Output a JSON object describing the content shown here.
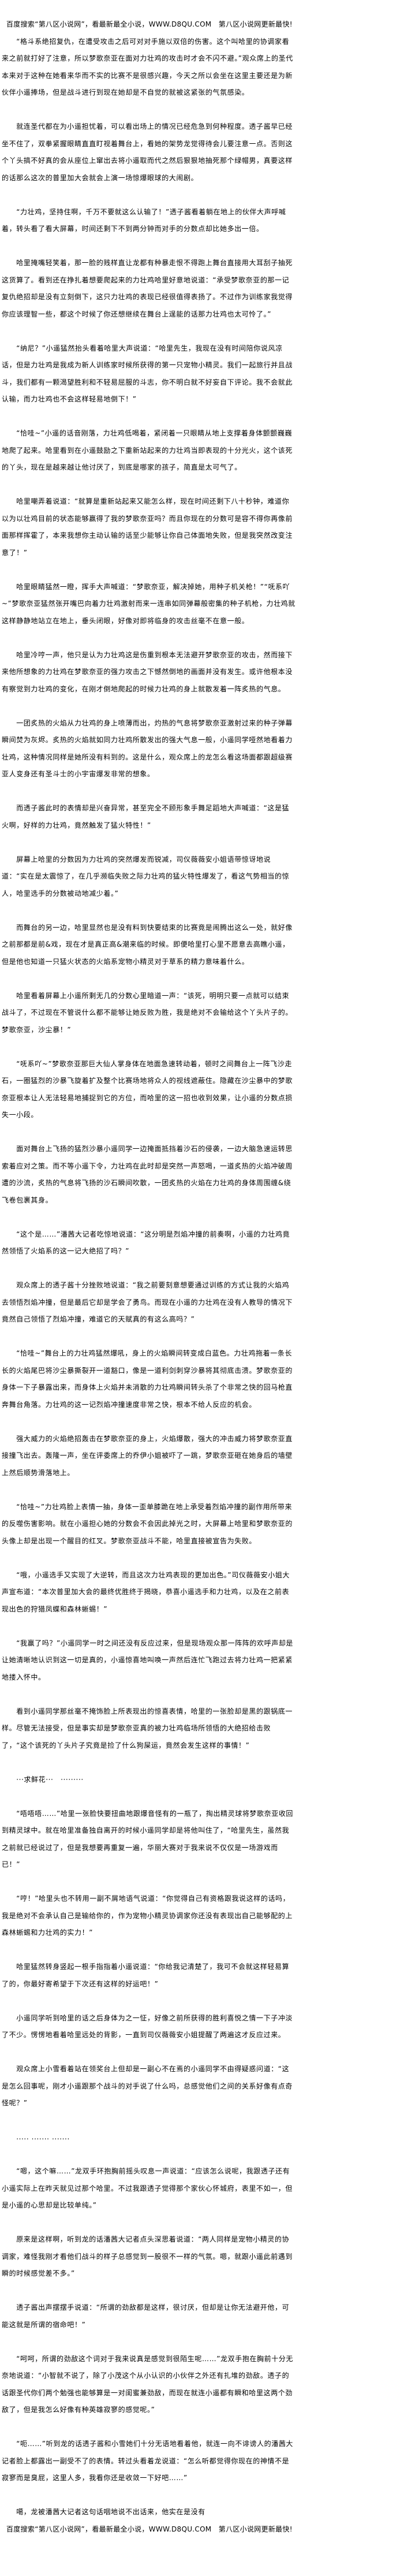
{
  "header": {
    "banner": "百度搜索“第八区小说网”，看最新最全小说，WWW.D8QU.COM　第八区小说网更新最快!"
  },
  "paragraphs": [
    "“格斗系绝招复仇，在遭受攻击之后可对对手施以双倍的伤害。这个叫哈里的协调家看来之前就打好了注意，所以梦歌奈亚在面对力壮鸡的攻击时才会不闪不避。”观众席上的圣代本来对于这种在她看来华而不实的比赛不是很感兴趣，今天之所以会坐在这里主要还是为新伙伴小遥捧场，但是战斗进行到现在她却是不自觉的就被这紧张的气氛感染。",
    "就连圣代都在为小遥担忧着，可以看出场上的情况已经危急到何种程度。透子酱早已经坐不住了，双拳紧握眼睛直直盯视着舞台上，看她的架势龙觉得待会儿要注意一点。否则这个丫头搞不好真的会从座位上窜出去将小遥取而代之然后狠狠地抽死那个绿帽男，真要这样的话那么这次的普里加大会就会上演一场惊爆眼球的大闹剧。",
    "“力壮鸡，坚持住啊，千万不要就这么认输了！”透子酱看着躺在地上的伙伴大声呼喊着，转头看了看大屏幕，时间还剩下不到两分钟而对手的分数点却比她多出一倍。",
    "哈里掩嘴轻笑着，那一脸的贱样直让龙都有种暴走恨不得跑上舞台直接用大耳刮子抽死这货算了。看到还在挣扎着想要爬起来的力壮鸡哈里好意地说道：“承受梦歌奈亚的那一记复仇绝招却是没有立刻倒下，这只力壮鸡的表现已经很值得表扬了。不过作为训练家我觉得你应该理智一些，都这个时候了你还想继续在舞台上逞能的话那力壮鸡也太可怜了。”",
    "“纳尼？”小遥猛然抬头看着哈里大声说道：“哈里先生，我现在没有时间陪你说风凉话，但是力壮鸡是我成为新人训练家时候所获得的第一只宠物小精灵。我们一起旅行并且战斗，我们都有一颗渴望胜利和不轻易屈服的斗志，你不明白就不好妄自下评论。我不会就此认输，而力壮鸡也不会这样轻易地倒下！”",
    "“恰哇~”小遥的话音刚落，力壮鸡低喝着，紧闭着一只眼睛从地上支撑着身体颤颤巍巍地爬了起来。哈里看到在小遥鼓励之下重新站起来的力壮鸡当即表现的十分光火，这个该死的丫头，现在是越来越让他讨厌了，到底是哪家的孩子，简直是太可气了。",
    "哈里嘲弄着说道：“就算是重新站起来又能怎么样，现在时间还剩下八十秒钟，难道你以为以壮鸡目前的状态能够赢得了我的梦歌奈亚吗？而且你现在的分数可是容不得你再像前面那样挥霍了，本来我想你主动认输的话至少能够让你自己体面地失败，但是我突然改变注意了！”",
    "哈里眼睛猛然一瞪，挥手大声喊道：“梦歌奈亚，解决掉她，用种子机关枪！”“呒系吖~”梦歌奈亚猛然张开嘴巴向着力壮鸡激射而来一连串如同弹幕般密集的种子机枪，力壮鸡就这样静静地站立在地上，垂头闭眼，好像对即将临身的攻击丝毫不在意一般。",
    "哈里冷哼一声，他只是认为力壮鸡这是伤重到根本无法避开梦歌奈亚的攻击，然而接下来他所想象的力壮鸡在梦歌奈亚的强力攻击之下憾然倒地的画面并没有发生。或许他根本没有察觉到力壮鸡的变化，在刚才倒地爬起的时候力壮鸡的身上就散发着一阵炙热的气息。",
    "一团炙热的火焰从力壮鸡的身上喷薄而出，灼热的气息将梦歌奈亚激射过来的种子弹幕瞬间焚为灰烬。炙热的火焰就如同力壮鸡所散发出的强大气息一般，小遥同学哑然地看着力壮鸡，这种情况同样是她所没有料到的。这是什么，观众席上的龙怎么看这场面都跟超级赛亚人变身还有圣斗士的小宇宙爆发非常的想象。",
    "而透子酱此时的表情却是兴奋异常，甚至完全不顾形象手舞足蹈地大声喊道：“这是猛火啊，好样的力壮鸡，竟然触发了猛火特性！”",
    "屏幕上哈里的分数因为力壮鸡的突然爆发而锐减，司仪薇薇安小姐语带惊讶地说道：“实在是太震惊了，在几乎濒临失败之际力壮鸡的猛火特性爆发了，看这气势相当的惊人，哈里选手的分数被动地减少着。”",
    "而舞台的另一边，哈里显然也是没有料到快要结束的比赛竟是闹腾出这么一处，就好像之前那都是前&戏，现在才是真正高&潮来临的时候。即便哈里打心里不愿意去高瞧小遥，但是他也知道一只猛火状态的火焰系宠物小精灵对于草系的精力意味着什么。",
    "哈里看着屏幕上小遥所剩无几的分数心里暗道一声：“该死，明明只要一点就可以结束战斗了，不过现在不管说什么都不能够让她反败为胜，我是绝对不会输给这个丫头片子的。梦歌奈亚，沙尘暴！”",
    "“呒系吖~”梦歌奈亚那巨大仙人掌身体在地面急速转动着，顿时之间舞台上一阵飞沙走石，一圈猛烈的沙暴飞旋着扩及整个比赛场地将众人的视线遮蔽住。隐藏在沙尘暴中的梦歌奈亚根本让人无法轻易地捕捉到它的方位，而哈里的这一招也收到效果，让小遥的分数点损失一小段。",
    "面对舞台上飞扬的猛烈沙暴小遥同学一边掩面抵挡着沙石的侵袭，一边大脑急速运转思索着应对之策。而不等小遥下令，力壮鸡在此时却是突然一声怒喝，一道炙热的火焰冲破周遭的沙流，炙热的气息将飞扬的沙石瞬间吹散，一团炙热的火焰在力壮鸡的身体周围缠&绕飞卷包裹其身。",
    "“这个是……”潘茜大记者吃惊地说道：“这分明是烈焰冲撞的前奏啊，小遥的力壮鸡竟然领悟了火焰系的这一记大绝招了吗？”",
    "观众席上的透子酱十分挫败地说道：“我之前要刻意想要通过训练的方式让我的火焰鸡去领悟烈焰冲撞，但是最后它却是学会了勇鸟。而现在小遥的力壮鸡在没有人教导的情况下竟然自己领悟了烈焰冲撞，难道它的天赋真的有这么高吗？”",
    "“恰哇~”舞台上的力壮鸡猛然爆吼，身上的火焰瞬间转变成白蓝色。力壮鸡拖着一条长长的火焰尾巴将沙尘暴撕裂开一道豁口，像是一道利剑刺穿沙暴将其彻底击溃。梦歌奈亚的身体一下子暴露出来，而身体上火焰并未消散的力壮鸡瞬间转头杀了个非常之快的回马枪直奔舞台角落。力壮鸡的这一记烈焰冲撞速度非常之快，根本不给人反应的机会。",
    "强大威力的火焰绝招轰击在梦歌奈亚的身上，火焰爆散，强大的冲击威力将梦歌奈亚直接撞飞出去。轰隆一声，坐在评委席上的乔伊小姐被吓了一跳，梦歌奈亚砸在她身后的墙壁上然后顺势滑落地上。",
    "“恰哇~”力壮鸡脸上表情一抽，身体一歪单膝跪在地上承受着烈焰冲撞的副作用所带来的反噬伤害影响。就在小遥担心她的分数会不会因此掉光之时，大屏幕上哈里和梦歌奈亚的头像上却是出现一个醒目的红叉。梦歌奈亚战斗不能，哈里直接被宣告为失败。",
    "“哦，小遥选手又实现了大逆转，而且这次力壮鸡表现的更加出色。”司仪薇薇安小姐大声宣布道：“本次普里加大会的最终优胜终于揭晓，恭喜小遥选手和力壮鸡，以及在之前表现出色的狩猎凤蝶和森林蜥蜴！”",
    "“我赢了吗？”小遥同学一时之间还没有反应过来，但是现场观众那一阵阵的欢呼声却是让她清晰地认识到这一切是真的，小遥惊喜地叫唤一声然后连忙飞跑过去将力壮鸡一把紧紧地搂入怀中。",
    "看到小遥同学那丝毫不掩饰脸上所表现出的惊喜表情，哈里的一张脸却是黑的跟锅底一样。尽管无法接受，但是事实却是梦歌奈亚真的被力壮鸡临场所领悟的大绝招给击败了，“这个该死的丫头片子究竟是捡了什么狗屎运，竟然会发生这样的事情！”",
    "···求鲜花···　·········",
    "“唔唔唔……”哈里一张脸快要扭曲地跟爆音怪有的一瓶了，掏出精灵球将梦歌奈亚收回到精灵球中。就在哈里准备独自离开的时候小遥同学却是将他叫住了，“哈里先生，虽然我之前就已经说过了，但是我想要再重复一遍，华丽大赛对于我来说不仅仅是一场游戏而已！”",
    "“哼！”哈里头也不转用一副不屑地语气说道：“你觉得自己有资格跟我说这样的话吗，我是绝对不会承认自己是输给你的，作为宠物小精灵协调家你还没有表现出自己能够配的上森林蜥蜴和力壮鸡的实力！”",
    "哈里猛然转身竖起一根手指指着小遥说道：“你给我记清楚了，我可不会就这样轻易算了的，你最好寄希望于下次还有这样的好运吧！”",
    "小遥同学听到哈里的话之后身体为之一怔，好像之前所获得的胜利喜悦之情一下子冲淡了不少。愣愣地看着哈里远处的背影，一直到司仪薇薇安小姐提醒了两遍这才反应过来。",
    "观众席上小雪看着站在领奖台上但却是一副心不在焉的小遥同学不由得疑惑问道：“这是怎么回事呢，刚才小遥跟那个战斗的对手说了什么吗，总感觉他们之间的关系好像有点奇怪呢？”",
    "..... ....... .......",
    "“嗯，这个嘛……”龙双手环抱胸前摇头叹息一声说道：“应该怎么说呢，我跟透子还有小遥实际上在昨天就见过那个哈里。不过我跟透子觉得那个家伙心怀城府，表里不如一，但是小遥的心思却是比较单纯。”",
    "原来是这样啊，听到龙的话潘茜大记者点头深思着说道：“两人同样是宠物小精灵的协调家，难怪我刚才看他们战斗的样子总感觉到一股很不一样的气氛。嗯，就跟小遥此前遇到瞬的时候感觉差不多。”",
    "透子酱出声摆摆手说道：“所谓的劲敌都是这样，很讨厌，但却是让你无法避开他，可能这就是所谓的宿命吧！”",
    "“呵呵，所谓的劲敌这个词对于我来说真是感觉到很陌生呢……”龙双手抱在胸前十分无奈地说道：“小智就不说了，除了小茂这个从小认识的小伙伴之外还有扎堆的劲敌。透子的话跟圣代你们两个勉强也能够算是一对闺蜜兼劲敌，而现在就连小遥都有瞬和哈里这两个劲敌了，但是我怎么好像有种英雄寂寥的感觉呢。”",
    "“呃……”听到龙的话透子酱和小雪她们十分无语地看着他，就连一向不诽谤人的潘茜大记者脸上都露出一副受不了的表情。转过头看着龙说道：“怎么听都觉得你现在的神情不是寂寥而是臭屁，这里人多，我看你还是收敛一下好吧……”",
    "噶，龙被潘茜大记者这句话咽地说不出话来，他实在是没有"
  ],
  "footer": {
    "banner": "百度搜索“第八区小说网”，看最新最全小说，WWW.D8QU.COM　第八区小说网更新最快!"
  }
}
